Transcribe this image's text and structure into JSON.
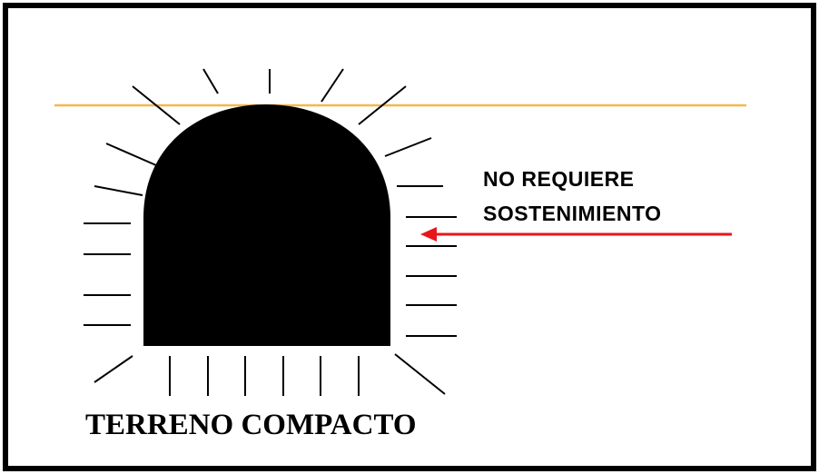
{
  "diagram": {
    "annotation": {
      "line1": "NO REQUIERE",
      "line2": "SOSTENIMIENTO"
    },
    "caption": "TERRENO COMPACTO"
  },
  "colors": {
    "border": "#000000",
    "tunnel": "#000000",
    "surface_line": "#f5b74a",
    "arrow": "#e8161b"
  }
}
